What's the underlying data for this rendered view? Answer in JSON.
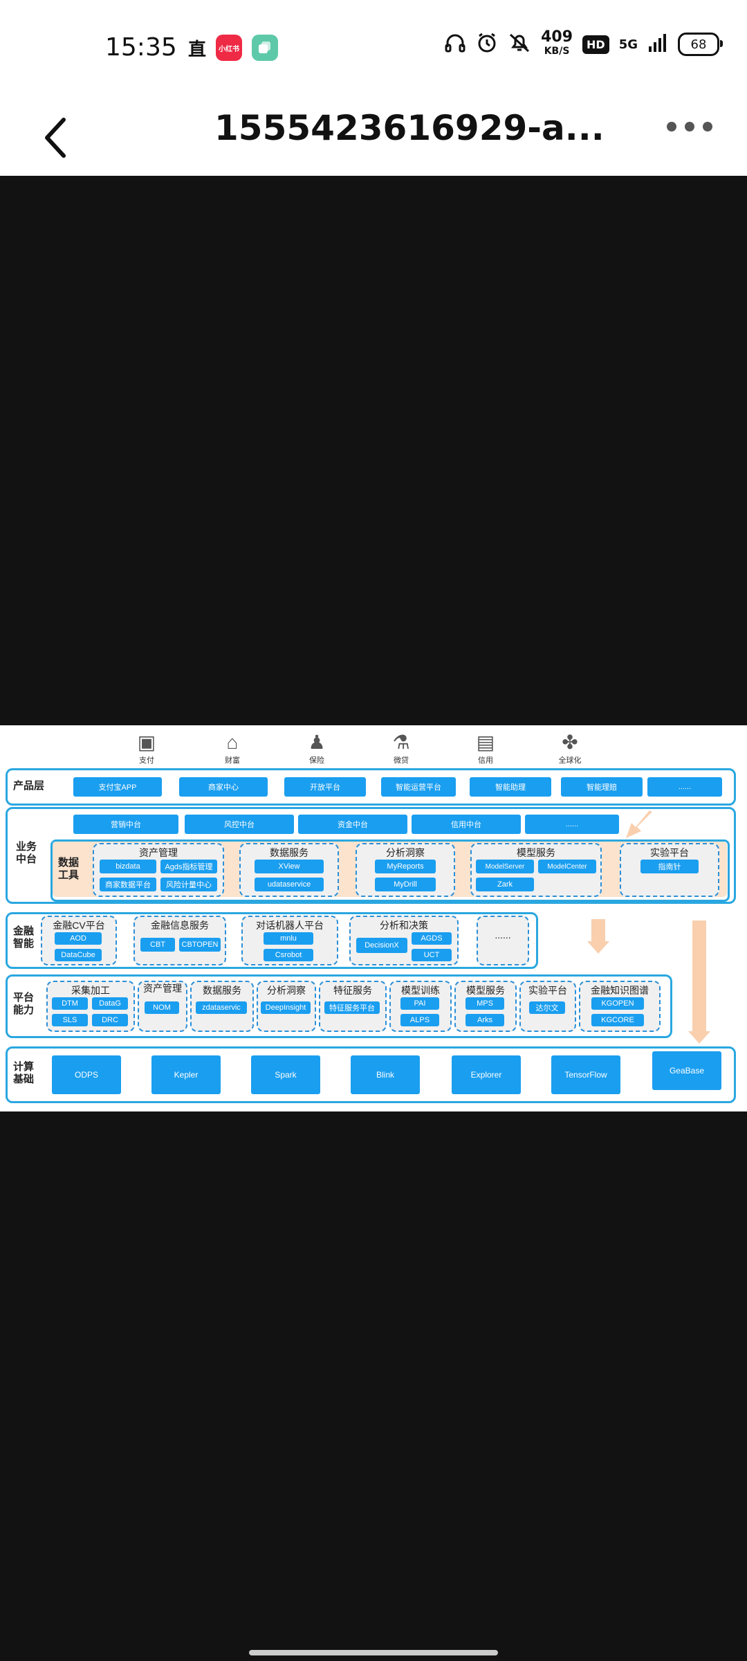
{
  "status": {
    "time": "15:35",
    "indicator_char": "直",
    "app_badge_red": "小红书",
    "net_speed": "409",
    "net_unit": "KB/S",
    "hd": "HD",
    "network": "5G",
    "battery": "68"
  },
  "titlebar": {
    "title": "1555423616929-a..."
  },
  "diagram": {
    "product_icons": [
      "支付",
      "财富",
      "保险",
      "微贷",
      "信用",
      "全球化"
    ],
    "product_layer": {
      "label": "产品层",
      "items": [
        "支付宝APP",
        "商家中心",
        "开放平台",
        "智能运营平台",
        "智能助理",
        "智能理赔",
        "......"
      ]
    },
    "business_layer": {
      "label": "业务\n中台",
      "top_items": [
        "营销中台",
        "风控中台",
        "资金中台",
        "信用中台",
        "......"
      ],
      "data_tools_label": "数据\n工具",
      "groups": [
        {
          "title": "资产管理",
          "items": [
            "bizdata",
            "Agds指标管理",
            "商家数据平台",
            "风险计量中心"
          ]
        },
        {
          "title": "数据服务",
          "items": [
            "XView",
            "udataservice"
          ]
        },
        {
          "title": "分析洞察",
          "items": [
            "MyReports",
            "MyDrill"
          ]
        },
        {
          "title": "模型服务",
          "items": [
            "ModelServer",
            "ModelCenter",
            "Zark"
          ]
        },
        {
          "title": "实验平台",
          "items": [
            "指南针"
          ]
        }
      ]
    },
    "finance_layer": {
      "label": "金融\n智能",
      "groups": [
        {
          "title": "金融CV平台",
          "items": [
            "AOD",
            "DataCube"
          ]
        },
        {
          "title": "金融信息服务",
          "items": [
            "CBT",
            "CBTOPEN"
          ]
        },
        {
          "title": "对话机器人平台",
          "items": [
            "mnlu",
            "Csrobot"
          ]
        },
        {
          "title": "分析和决策",
          "items": [
            "DecisionX",
            "AGDS",
            "UCT"
          ]
        },
        {
          "title": "......",
          "items": []
        }
      ]
    },
    "platform_layer": {
      "label": "平台\n能力",
      "groups": [
        {
          "title": "采集加工",
          "items": [
            "DTM",
            "DataG",
            "SLS",
            "DRC"
          ]
        },
        {
          "title": "资产管理",
          "items": [
            "NOM"
          ]
        },
        {
          "title": "数据服务",
          "items": [
            "zdataservic"
          ]
        },
        {
          "title": "分析洞察",
          "items": [
            "DeepInsight"
          ]
        },
        {
          "title": "特征服务",
          "items": [
            "特征服务平台"
          ]
        },
        {
          "title": "模型训练",
          "items": [
            "PAI",
            "ALPS"
          ]
        },
        {
          "title": "模型服务",
          "items": [
            "MPS",
            "Arks"
          ]
        },
        {
          "title": "实验平台",
          "items": [
            "达尔文"
          ]
        },
        {
          "title": "金融知识图谱",
          "items": [
            "KGOPEN",
            "KGCORE"
          ]
        }
      ]
    },
    "compute_layer": {
      "label": "计算\n基础",
      "items": [
        "ODPS",
        "Kepler",
        "Spark",
        "Blink",
        "Explorer",
        "TensorFlow",
        "GeaBase"
      ]
    }
  }
}
